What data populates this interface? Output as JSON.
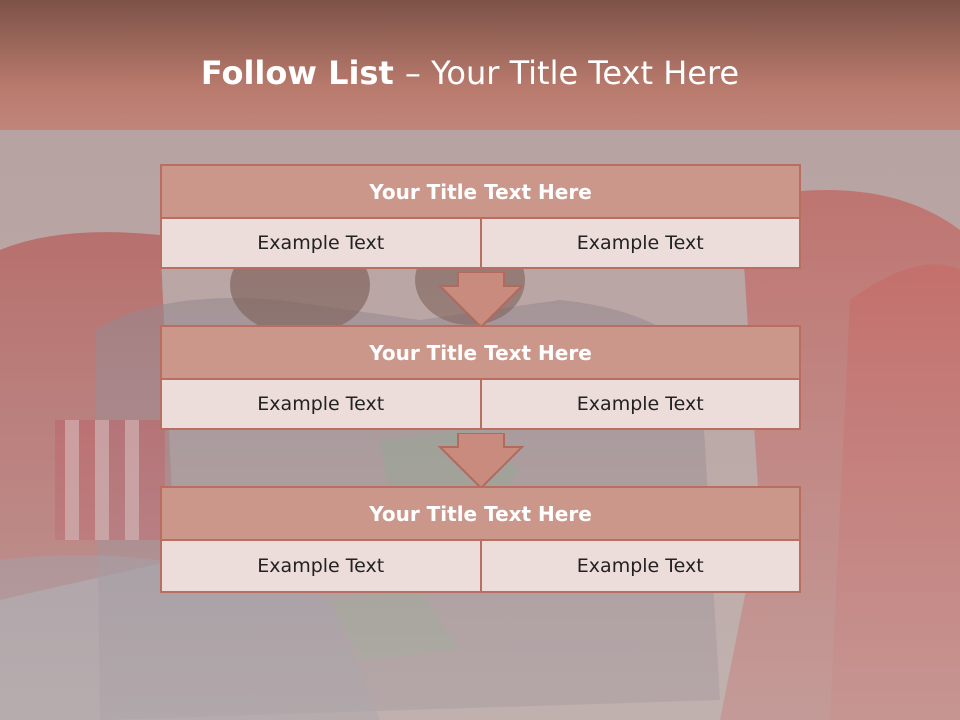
{
  "title": {
    "bold": "Follow List ",
    "rest": " – Your Title Text Here"
  },
  "blocks": [
    {
      "header": "Your Title Text Here",
      "left": "Example Text",
      "right": "Example Text"
    },
    {
      "header": "Your Title Text Here",
      "left": "Example Text",
      "right": "Example Text"
    },
    {
      "header": "Your Title Text Here",
      "left": "Example Text",
      "right": "Example Text"
    }
  ],
  "colors": {
    "header_fill": "#cb978a",
    "cell_fill": "#ecdcda",
    "border": "#b86f62",
    "arrow": "#c98b7e"
  }
}
